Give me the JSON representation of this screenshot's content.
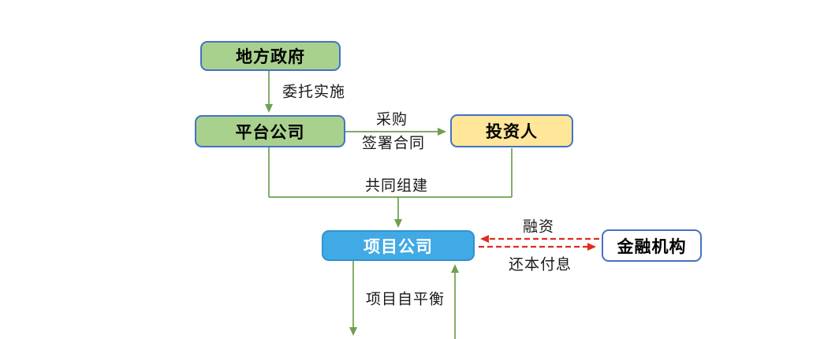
{
  "diagram": {
    "title_hint": "PPP project structure flowchart",
    "nodes": {
      "local_government": {
        "label": "地方政府",
        "fill": "#a9d18e"
      },
      "platform_company": {
        "label": "平台公司",
        "fill": "#a9d18e"
      },
      "investor": {
        "label": "投资人",
        "fill": "#ffe699"
      },
      "project_company": {
        "label": "项目公司",
        "fill": "#41aae4"
      },
      "financial_institution": {
        "label": "金融机构",
        "fill": "#ffffff"
      }
    },
    "edge_labels": {
      "entrust_implement": "委托实施",
      "procurement": "采购",
      "sign_contract": "签署合同",
      "jointly_establish": "共同组建",
      "financing": "融资",
      "repay_principal_interest": "还本付息",
      "project_self_balance": "项目自平衡"
    },
    "colors": {
      "node_border_blue": "#4472c4",
      "project_node_border": "#2f93d0",
      "green_arrow": "#6ea04f",
      "red_dashed_arrow": "#e02b20",
      "node_text": "#000000",
      "project_node_text": "#ffffff",
      "background": "#ffffff"
    }
  }
}
